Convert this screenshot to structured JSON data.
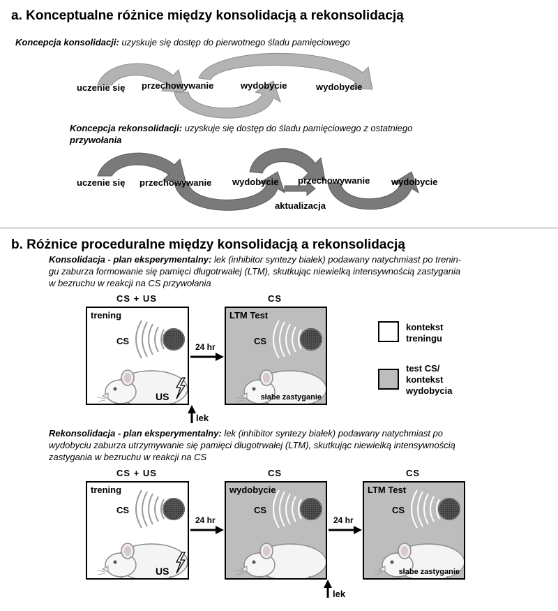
{
  "section_a": {
    "title": "a. Konceptualne różnice między konsolidacją a rekonsolidacją",
    "consolidation_label": "Koncepcja konsolidacji:",
    "consolidation_text": " uzyskuje się dostęp do pierwotnego śladu pamięciowego",
    "consolidation_steps": [
      "uczenie się",
      "przechowywanie",
      "wydobycie",
      "wydobycie"
    ],
    "reconsolidation_label": "Koncepcja rekonsolidacji:",
    "reconsolidation_text": " uzyskuje się dostęp do śladu pamięciowego z ostatniego",
    "reconsolidation_text_2": "przywołania",
    "reconsolidation_steps": [
      "uczenie się",
      "przechowywanie",
      "wydobycie",
      "przechowywanie",
      "wydobycie"
    ],
    "update_label": "aktualizacja"
  },
  "section_b": {
    "title": "b. Różnice proceduralne między konsolidacją a rekonsolidacją",
    "cons_plan_label": "Konsolidacja - plan eksperymentalny:",
    "cons_plan_text_1": " lek (inhibitor syntezy białek) podawany natychmiast po trenin-",
    "cons_plan_text_2": "gu zaburza formowanie się pamięci długotrwałej (LTM), skutkując niewielką intensywnością zastygania",
    "cons_plan_text_3": "w bezruchu w reakcji na CS przywołania",
    "recons_plan_label": "Rekonsolidacja - plan eksperymentalny:",
    "recons_plan_text_1": " lek (inhibitor syntezy białek) podawany natychmiast po",
    "recons_plan_text_2": "wydobyciu zaburza utrzymywanie się pamięci długotrwałej (LTM), skutkując niewielką intensywnością",
    "recons_plan_text_3": "zastygania w bezruchu w reakcji na CS",
    "stim_cs_us": "CS + US",
    "stim_cs": "CS",
    "box_training": "trening",
    "box_ltm": "LTM Test",
    "box_retrieval": "wydobycie",
    "cs": "CS",
    "us": "US",
    "weak_freezing": "słabe zastyganie",
    "delay": "24 hr",
    "drug": "lek",
    "legend": {
      "training_context_1": "kontekst",
      "training_context_2": "treningu",
      "test_context_1": "test CS/",
      "test_context_2": "kontekst",
      "test_context_3": "wydobycia"
    }
  },
  "colors": {
    "consolidation_arrow": "#b3b3b3",
    "reconsolidation_arrow": "#7a7a7a",
    "test_box": "#bdbdbd"
  }
}
